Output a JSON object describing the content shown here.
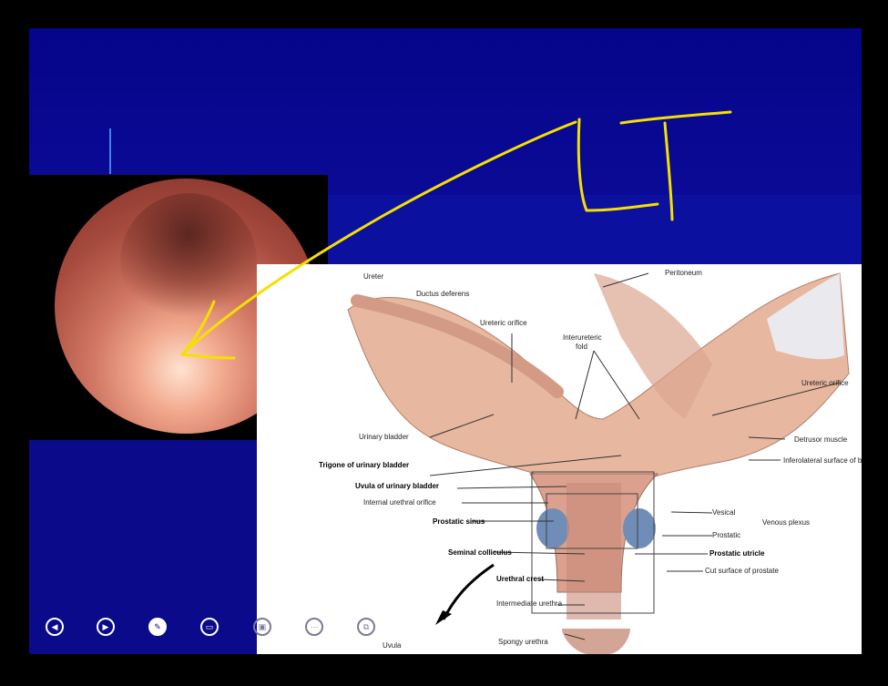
{
  "slide": {
    "background": "#0a0a8c",
    "annotation_text": "LT",
    "annotation_color": "#f5e000"
  },
  "diagram": {
    "labels": {
      "peritoneum": "Peritoneum",
      "ureter": "Ureter",
      "ductus_deferens": "Ductus deferens",
      "ureteric_orifice_left": "Ureteric orifice",
      "interureteric_fold": "Interureteric",
      "interureteric_fold_2": "fold",
      "ureteric_orifice_right": "Ureteric orifice",
      "urinary_bladder": "Urinary bladder",
      "detrusor_muscle": "Detrusor muscle",
      "inferolateral_surface": "Inferolateral surface of bladder",
      "trigone": "Trigone of urinary bladder",
      "uvula_bladder": "Uvula of urinary bladder",
      "internal_urethral_orifice": "Internal urethral orifice",
      "vesical": "Vesical",
      "venous_plexus": "Venous plexus",
      "prostatic_sinus": "Prostatic sinus",
      "prostatic": "Prostatic",
      "seminal_colliculus": "Seminal colliculus",
      "prostatic_utricle": "Prostatic utricle",
      "cut_surface": "Cut surface of prostate",
      "urethral_crest": "Urethral crest",
      "intermediate_urethra": "Intermediate urethra",
      "spongy_urethra": "Spongy urethra",
      "uvula": "Uvula"
    }
  },
  "controls": [
    {
      "name": "previous-icon",
      "glyph": "◀"
    },
    {
      "name": "next-icon",
      "glyph": "▶"
    },
    {
      "name": "pen-icon",
      "glyph": "✎"
    },
    {
      "name": "subtitles-icon",
      "glyph": "▭"
    },
    {
      "name": "zoom-icon",
      "glyph": "▣"
    },
    {
      "name": "more-icon",
      "glyph": "···"
    },
    {
      "name": "screens-icon",
      "glyph": "⧉"
    }
  ]
}
